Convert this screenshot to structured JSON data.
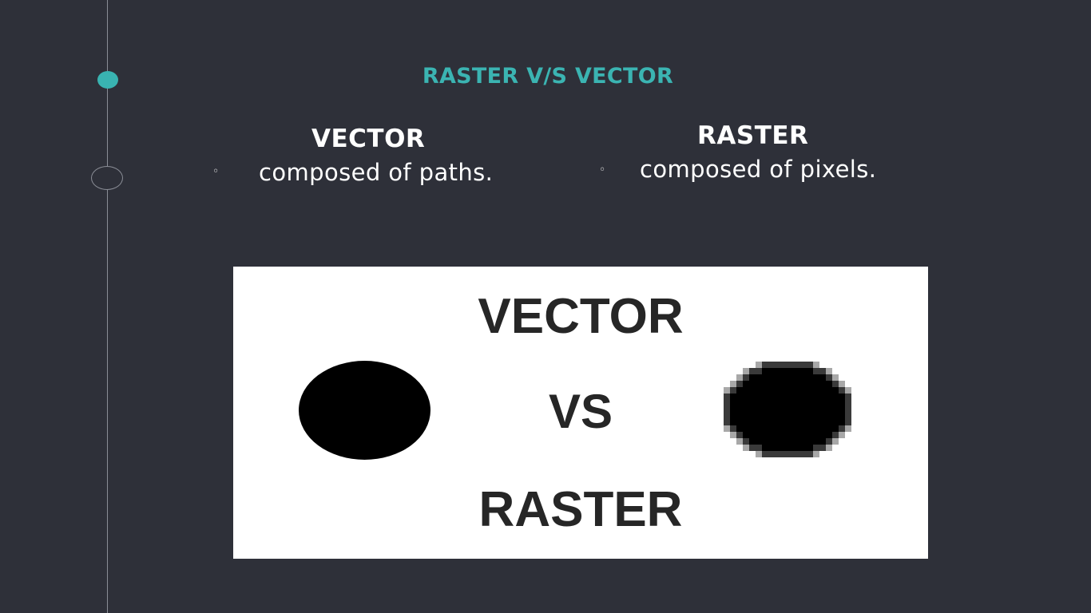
{
  "slide": {
    "title": "RASTER V/S VECTOR",
    "columns": [
      {
        "heading": "VECTOR",
        "bullet": "◦",
        "text": "composed of paths."
      },
      {
        "heading": "RASTER",
        "bullet": "◦",
        "text": "composed of pixels."
      }
    ],
    "image": {
      "word_top": "VECTOR",
      "word_middle": "VS",
      "word_bottom": "RASTER"
    }
  },
  "colors": {
    "background": "#2e3039",
    "accent": "#39b3b1",
    "text": "#ffffff"
  },
  "icons": {
    "timeline_active": "filled-dot-icon",
    "timeline_inactive": "hollow-dot-icon"
  }
}
